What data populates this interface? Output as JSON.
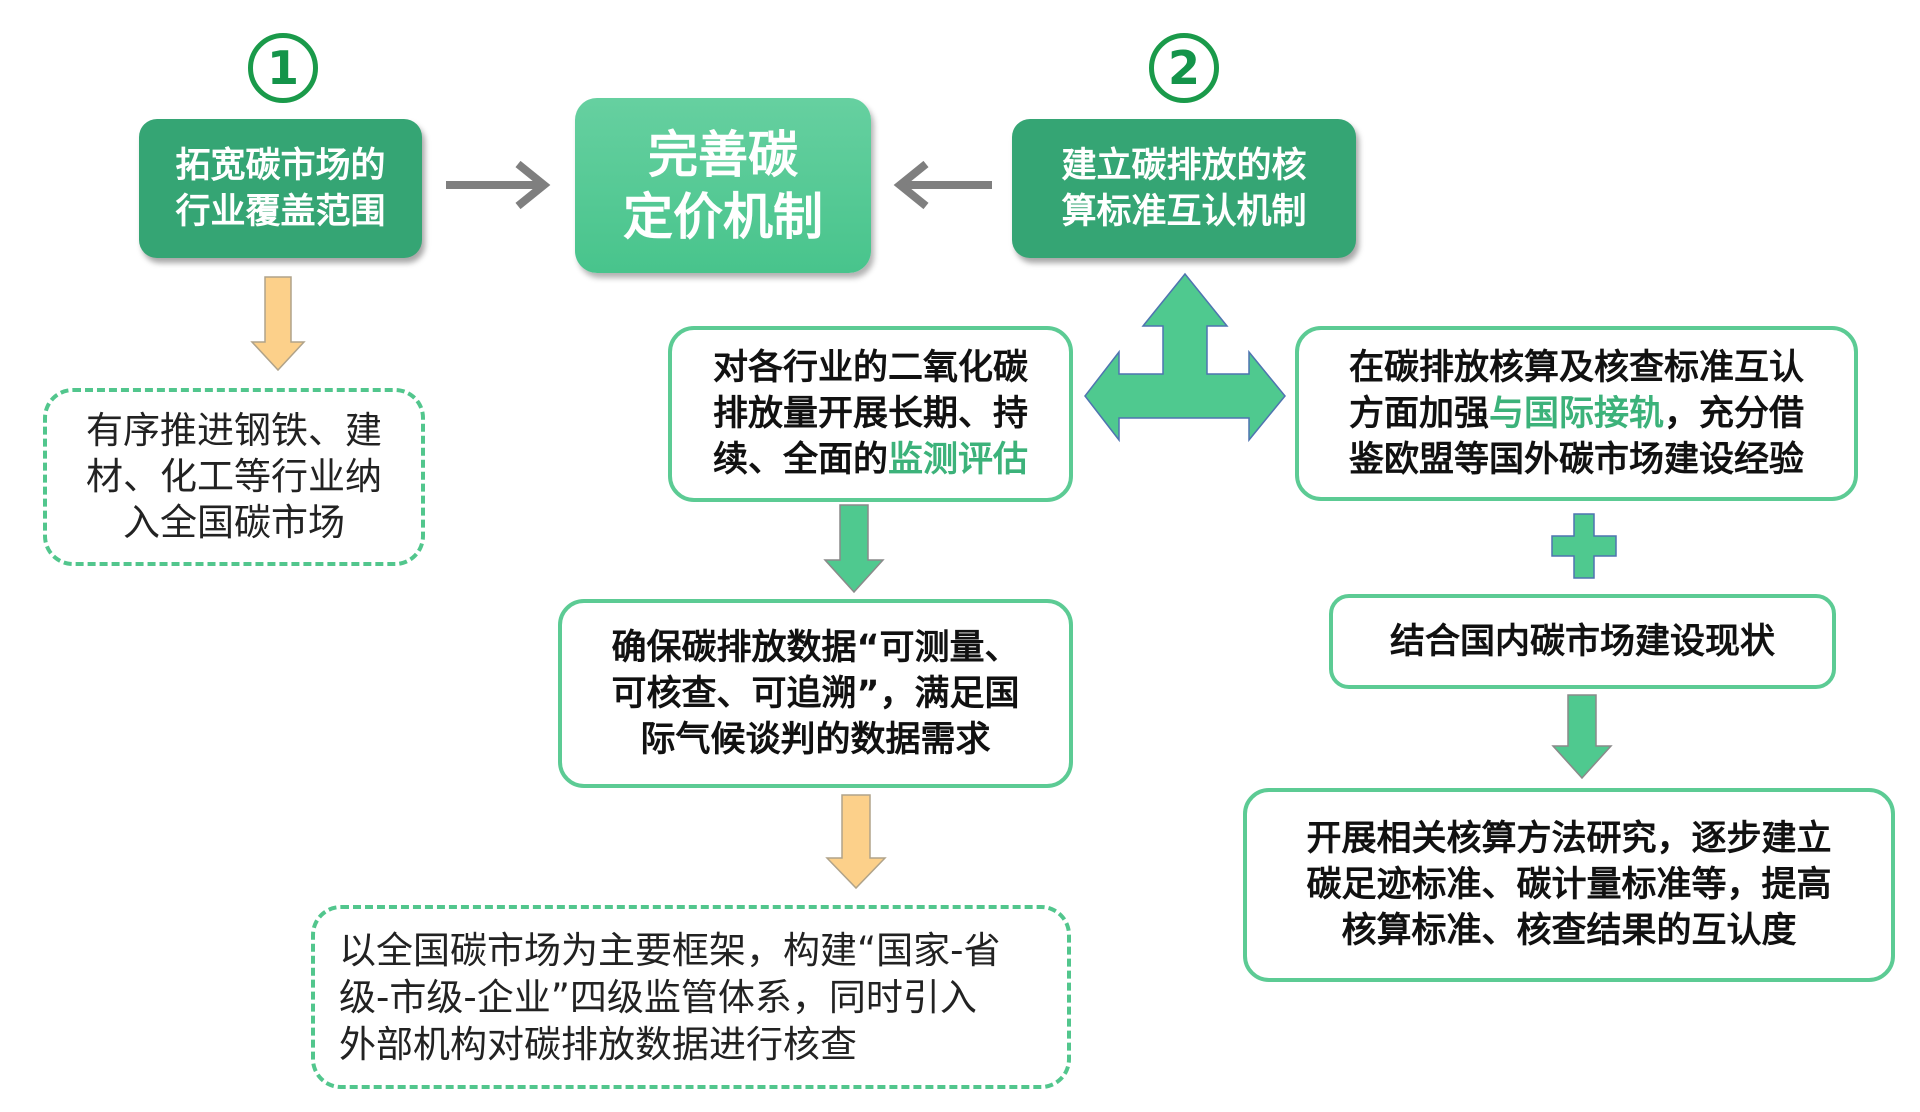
{
  "colors": {
    "dark_green": "#35a574",
    "light_green": "#4fc98f",
    "outline_green": "#5ccb94",
    "orange_arrow": "#fcd08a",
    "gray_arrow": "#7f7f7f",
    "highlight_text": "#3cb27a"
  },
  "markers": {
    "one": "1",
    "two": "2"
  },
  "nodes": {
    "expand_coverage": {
      "line1": "拓宽碳市场的",
      "line2": "行业覆盖范围"
    },
    "center": {
      "line1": "完善碳",
      "line2": "定价机制"
    },
    "mutual_recognition": {
      "line1": "建立碳排放的核",
      "line2": "算标准互认机制"
    },
    "expand_detail": {
      "line1": "有序推进钢铁、建",
      "line2": "材、化工等行业纳",
      "line3": "入全国碳市场"
    },
    "monitoring": {
      "line1": "对各行业的二氧化碳",
      "line2": "排放量开展长期、持",
      "line3_prefix": "续、全面的",
      "line3_highlight": "监测评估"
    },
    "international": {
      "line1": "在碳排放核算及核查标准互认",
      "line2_prefix": "方面加强",
      "line2_highlight": "与国际接轨",
      "line2_suffix": "，充分借",
      "line3": "鉴欧盟等国外碳市场建设经验"
    },
    "data_quality": {
      "line1": "确保碳排放数据“可测量、",
      "line2": "可核查、可追溯”，满足国",
      "line3": "际气候谈判的数据需求"
    },
    "domestic": {
      "line1": "结合国内碳市场建设现状"
    },
    "supervision": {
      "line1": "以全国碳市场为主要框架，构建“国家-省",
      "line2": "级-市级-企业”四级监管体系，同时引入",
      "line3": "外部机构对碳排放数据进行核查"
    },
    "research": {
      "line1": "开展相关核算方法研究，逐步建立",
      "line2": "碳足迹标准、碳计量标准等，提高",
      "line3": "核算标准、核查结果的互认度"
    }
  }
}
